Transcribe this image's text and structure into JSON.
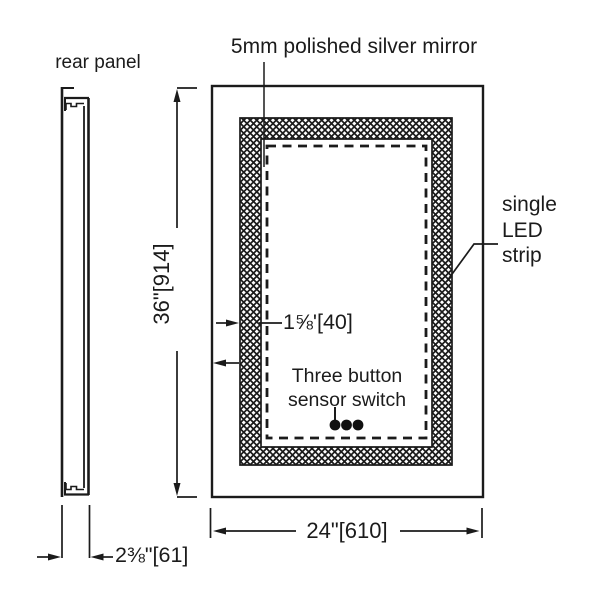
{
  "colors": {
    "line": "#1b1b1b",
    "background": "#ffffff"
  },
  "side_view": {
    "label": "rear panel",
    "depth_dimension": "2⅜\"[61]"
  },
  "front_view": {
    "mirror_label": "5mm polished silver mirror",
    "led_strip_label": "single\nLED\nstrip",
    "strip_width_dimension": "1⅝'[40]",
    "sensor_label": "Three button\nsensor switch",
    "height_dimension": "36\"[914]",
    "width_dimension": "24\"[610]"
  }
}
